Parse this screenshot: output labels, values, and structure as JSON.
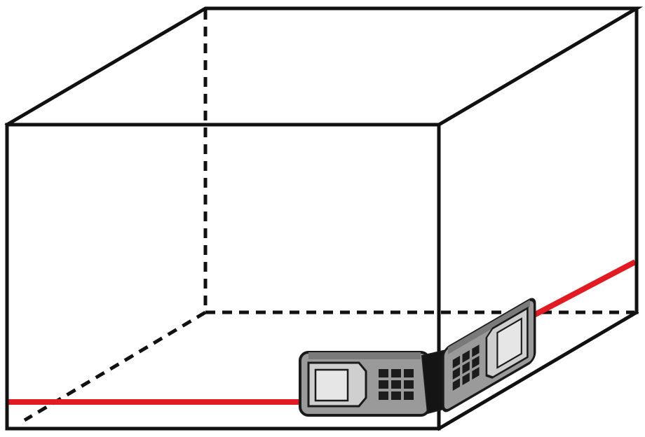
{
  "diagram": {
    "subject": "room-box-with-laser-distance-meters",
    "colors": {
      "background": "#ffffff",
      "edge": "#111111",
      "laser": "#e21b23",
      "device_body": "#9a9a9a",
      "device_outline": "#1a1a1a",
      "screen": "#e6e6e6",
      "keys": "#1c1c1c",
      "corner_clip": "#141414"
    },
    "edges": {
      "visible_style": "solid",
      "hidden_style": "dashed"
    },
    "devices": [
      {
        "id": "front-wall-meter",
        "keypad": "3x3"
      },
      {
        "id": "side-wall-meter",
        "keypad": "3x3"
      }
    ],
    "lasers": [
      {
        "id": "front-wall-laser"
      },
      {
        "id": "side-wall-laser"
      }
    ]
  }
}
